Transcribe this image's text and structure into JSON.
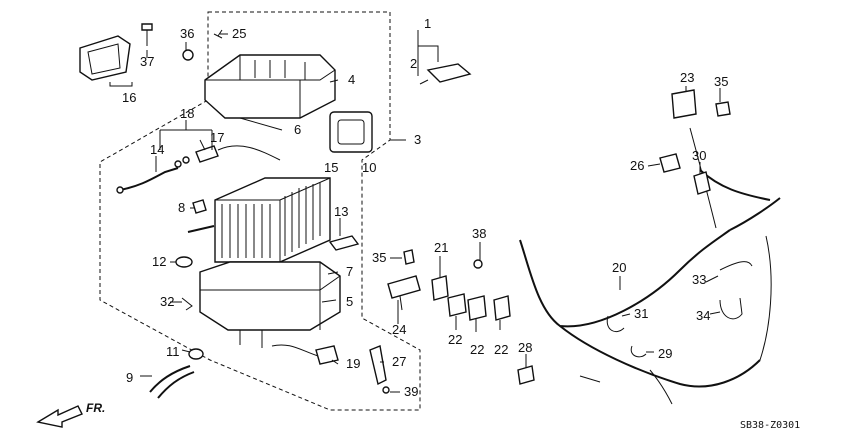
{
  "diagram": {
    "reference_code": "SB38-Z0301",
    "direction_label": "FR.",
    "callouts": [
      {
        "id": "c1",
        "text": "1"
      },
      {
        "id": "c2",
        "text": "2"
      },
      {
        "id": "c3",
        "text": "3"
      },
      {
        "id": "c4",
        "text": "4"
      },
      {
        "id": "c5",
        "text": "5"
      },
      {
        "id": "c6",
        "text": "6"
      },
      {
        "id": "c7",
        "text": "7"
      },
      {
        "id": "c8",
        "text": "8"
      },
      {
        "id": "c9",
        "text": "9"
      },
      {
        "id": "c10",
        "text": "10"
      },
      {
        "id": "c11",
        "text": "11"
      },
      {
        "id": "c12",
        "text": "12"
      },
      {
        "id": "c13",
        "text": "13"
      },
      {
        "id": "c14",
        "text": "14"
      },
      {
        "id": "c15",
        "text": "15"
      },
      {
        "id": "c16",
        "text": "16"
      },
      {
        "id": "c17",
        "text": "17"
      },
      {
        "id": "c18",
        "text": "18"
      },
      {
        "id": "c19",
        "text": "19"
      },
      {
        "id": "c20",
        "text": "20"
      },
      {
        "id": "c21",
        "text": "21"
      },
      {
        "id": "c22a",
        "text": "22"
      },
      {
        "id": "c22b",
        "text": "22"
      },
      {
        "id": "c22c",
        "text": "22"
      },
      {
        "id": "c23",
        "text": "23"
      },
      {
        "id": "c24",
        "text": "24"
      },
      {
        "id": "c25",
        "text": "25"
      },
      {
        "id": "c26",
        "text": "26"
      },
      {
        "id": "c27",
        "text": "27"
      },
      {
        "id": "c28",
        "text": "28"
      },
      {
        "id": "c29",
        "text": "29"
      },
      {
        "id": "c30",
        "text": "30"
      },
      {
        "id": "c31",
        "text": "31"
      },
      {
        "id": "c32",
        "text": "32"
      },
      {
        "id": "c33",
        "text": "33"
      },
      {
        "id": "c34",
        "text": "34"
      },
      {
        "id": "c35a",
        "text": "35"
      },
      {
        "id": "c35b",
        "text": "35"
      },
      {
        "id": "c36",
        "text": "36"
      },
      {
        "id": "c37",
        "text": "37"
      },
      {
        "id": "c38",
        "text": "38"
      },
      {
        "id": "c39",
        "text": "39"
      }
    ]
  }
}
